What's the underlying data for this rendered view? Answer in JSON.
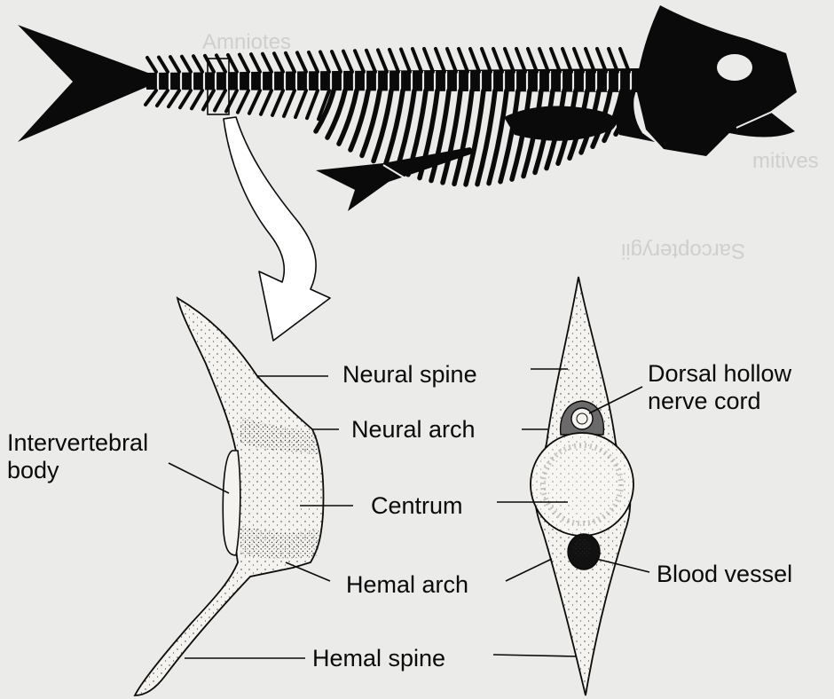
{
  "background_text": {
    "amniotes": "Amniotes",
    "primitives": "mitives",
    "sarcopterygii": "Sarcopterygii"
  },
  "labels": {
    "neural_spine": "Neural spine",
    "neural_arch": "Neural  arch",
    "centrum": "Centrum",
    "hemal_arch": "Hemal arch",
    "hemal_spine": "Hemal spine",
    "intervertebral_body": "Intervertebral\nbody",
    "dorsal_hollow_nerve_cord": "Dorsal hollow\nnerve cord",
    "blood_vessel": "Blood vessel"
  },
  "colors": {
    "ink": "#0a0a0a",
    "paper": "#ebebea",
    "bone_fill": "#f4f3ef",
    "ghost": "#cfcfcd"
  }
}
